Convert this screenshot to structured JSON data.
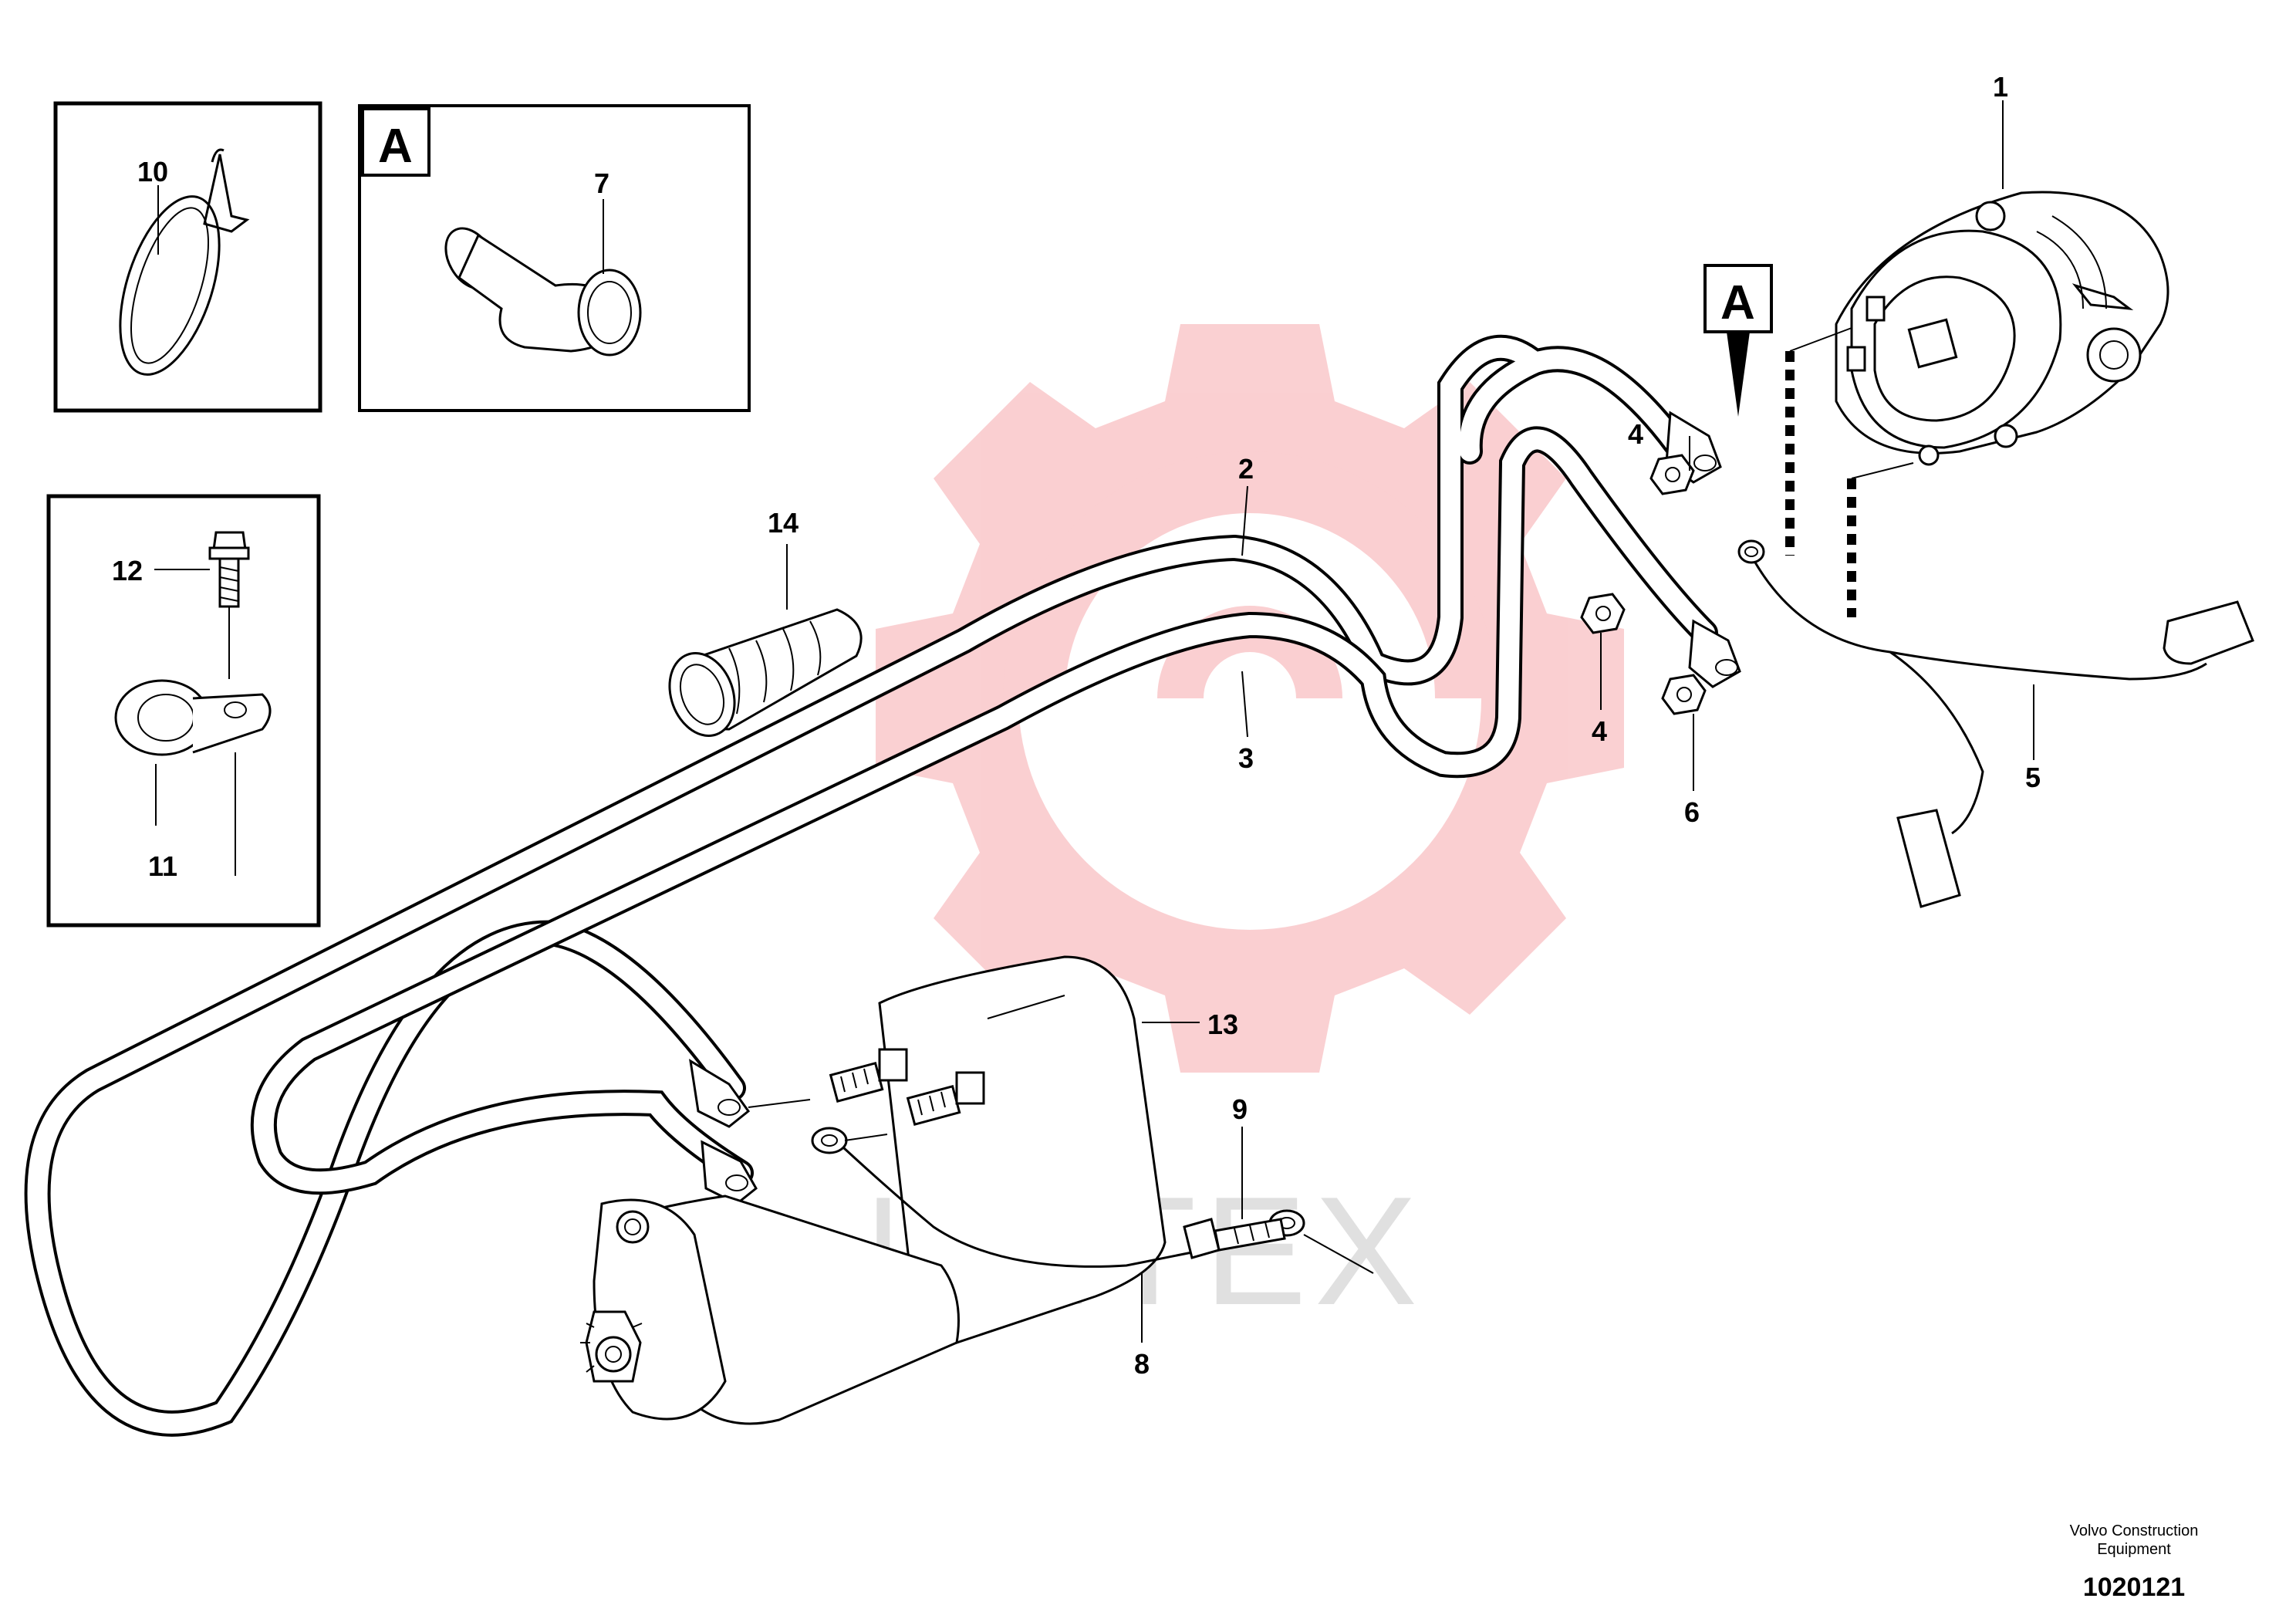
{
  "watermark": {
    "text": "ИНТЕХ",
    "color": "#f6b3b6"
  },
  "detail_label": "A",
  "callouts": [
    {
      "id": "c1",
      "text": "1"
    },
    {
      "id": "c2",
      "text": "2"
    },
    {
      "id": "c3",
      "text": "3"
    },
    {
      "id": "c4a",
      "text": "4"
    },
    {
      "id": "c4b",
      "text": "4"
    },
    {
      "id": "c5",
      "text": "5"
    },
    {
      "id": "c6",
      "text": "6"
    },
    {
      "id": "c7",
      "text": "7"
    },
    {
      "id": "c8",
      "text": "8"
    },
    {
      "id": "c9",
      "text": "9"
    },
    {
      "id": "c10",
      "text": "10"
    },
    {
      "id": "c11",
      "text": "11"
    },
    {
      "id": "c12",
      "text": "12"
    },
    {
      "id": "c13",
      "text": "13"
    },
    {
      "id": "c14",
      "text": "14"
    }
  ],
  "credit": {
    "line1": "Volvo Construction",
    "line2": "Equipment"
  },
  "document_number": "1020121"
}
